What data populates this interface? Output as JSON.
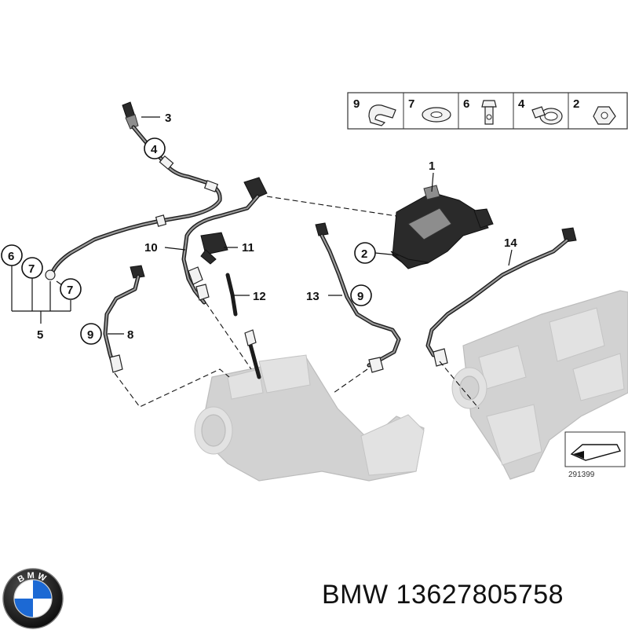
{
  "diagram": {
    "callouts": {
      "c1": "1",
      "c2": "2",
      "c3": "3",
      "c4": "4",
      "c5": "5",
      "c6": "6",
      "c7a": "7",
      "c7b": "7",
      "c8": "8",
      "c9a": "9",
      "c9b": "9",
      "c10": "10",
      "c11": "11",
      "c12": "12",
      "c13": "13",
      "c14": "14"
    },
    "legend_strip": [
      "9",
      "7",
      "6",
      "4",
      "2"
    ],
    "image_number": "291399"
  },
  "caption": {
    "brand": "BMW",
    "part_number": "13627805758"
  },
  "logo": {
    "letters": "BMW",
    "colors": {
      "blue": "#1c69d4",
      "white": "#ffffff",
      "ring": "#111111"
    }
  }
}
